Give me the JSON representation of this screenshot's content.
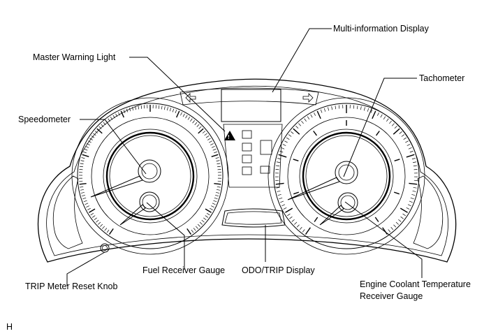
{
  "labels": {
    "multi_info": "Multi-information Display",
    "master_warning": "Master Warning Light",
    "tachometer": "Tachometer",
    "speedometer": "Speedometer",
    "fuel_gauge": "Fuel Receiver Gauge",
    "odo_trip": "ODO/TRIP Display",
    "trip_knob": "TRIP Meter Reset Knob",
    "coolant_line1": "Engine Coolant Temperature",
    "coolant_line2": "Receiver Gauge"
  },
  "footer": {
    "code": "H"
  }
}
